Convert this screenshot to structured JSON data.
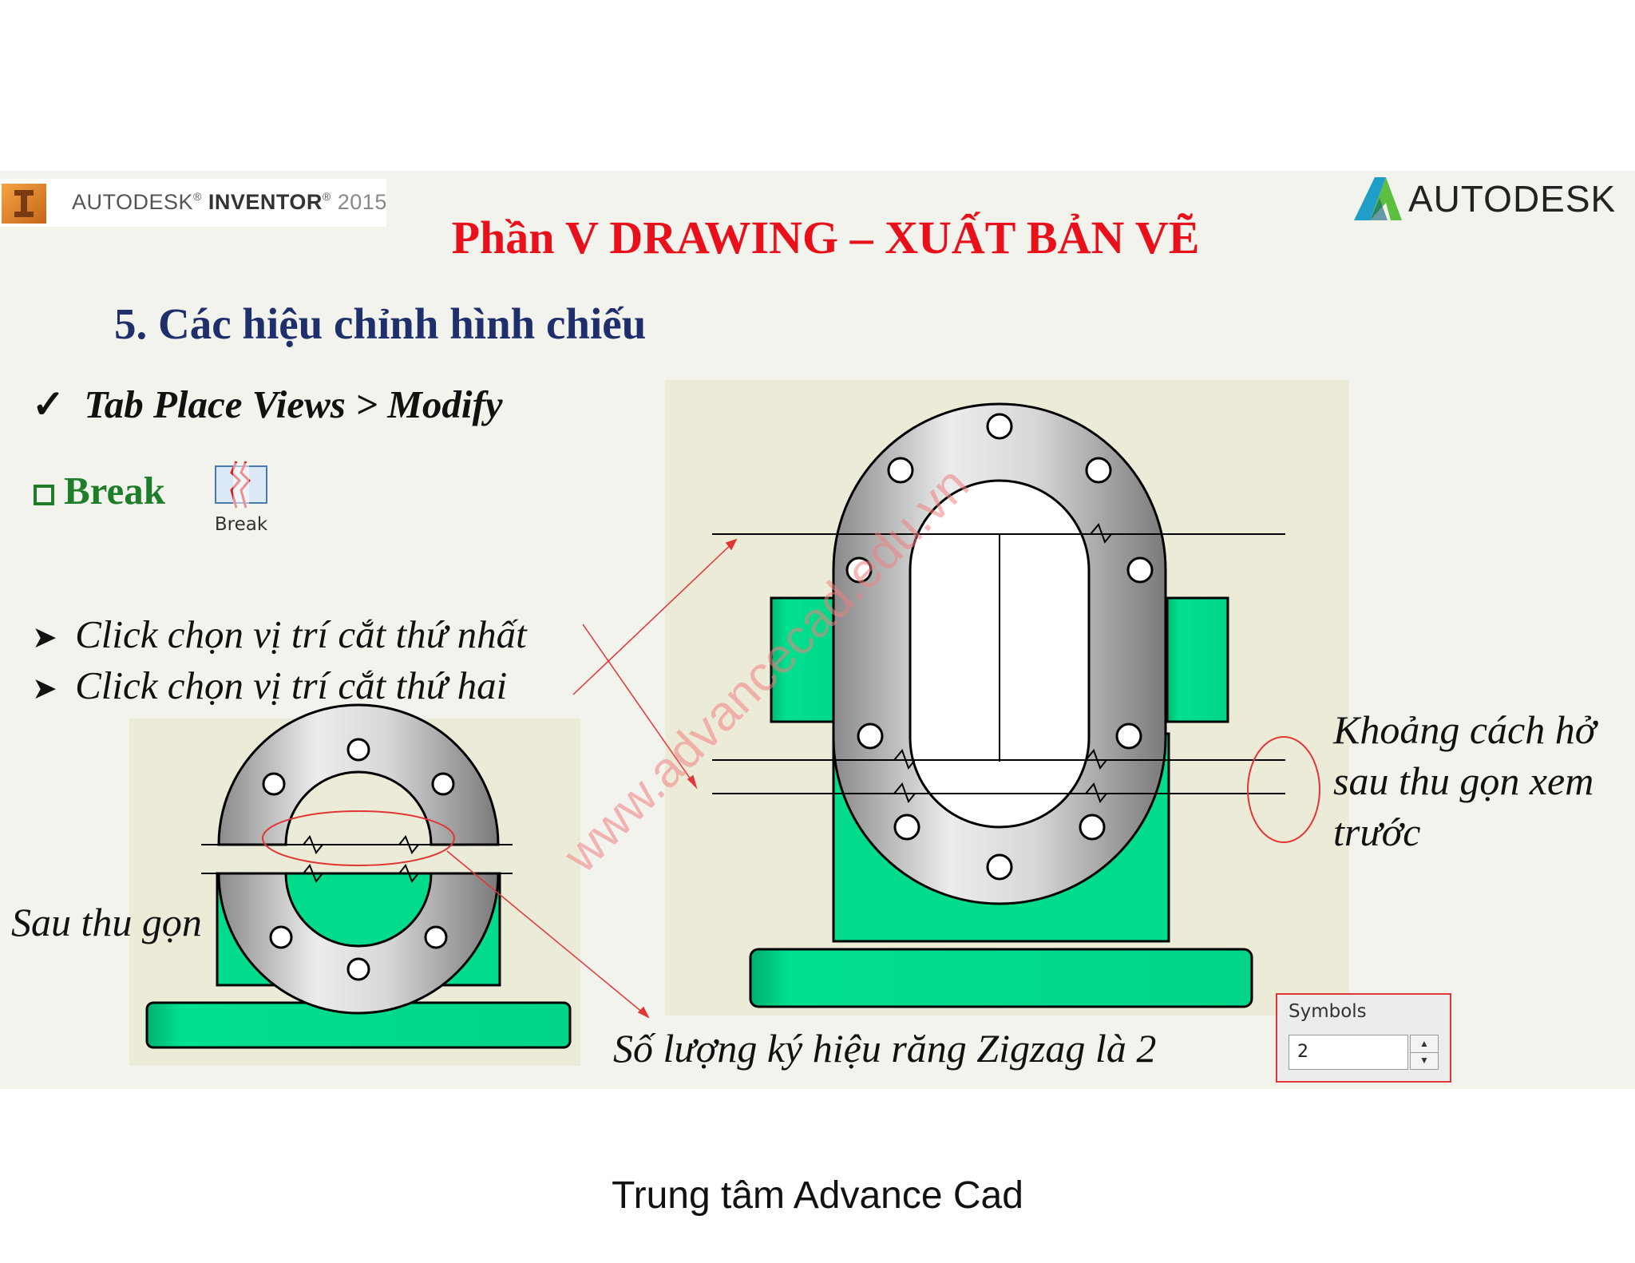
{
  "header": {
    "product_brand": "AUTODESK",
    "product_mark": "®",
    "product_name": "INVENTOR",
    "product_year": "2015",
    "company_logo_text": "AUTODESK"
  },
  "title": "Phần V DRAWING – XUẤT BẢN VẼ",
  "section_title": "5. Các hiệu chỉnh hình chiếu",
  "tab_path": "Tab Place Views > Modify",
  "tool": {
    "name": "Break",
    "button_label": "Break"
  },
  "steps": [
    "Click chọn vị trí cắt thứ nhất",
    "Click chọn vị trí cắt thứ hai"
  ],
  "labels": {
    "after_collapse": "Sau thu gọn",
    "gap_note": "Khoảng cách hở sau thu gọn xem trước",
    "zigzag_note": "Số lượng ký hiệu răng Zigzag là 2"
  },
  "symbols_panel": {
    "label": "Symbols",
    "value": "2"
  },
  "watermark": "www.advancecad.edu.vn",
  "footer": "Trung tâm Advance Cad",
  "colors": {
    "title_red": "#e8101a",
    "section_navy": "#1f2f6b",
    "break_green": "#1e7d2a",
    "part_green": "#00dc8c",
    "highlight_red": "#e23535"
  }
}
